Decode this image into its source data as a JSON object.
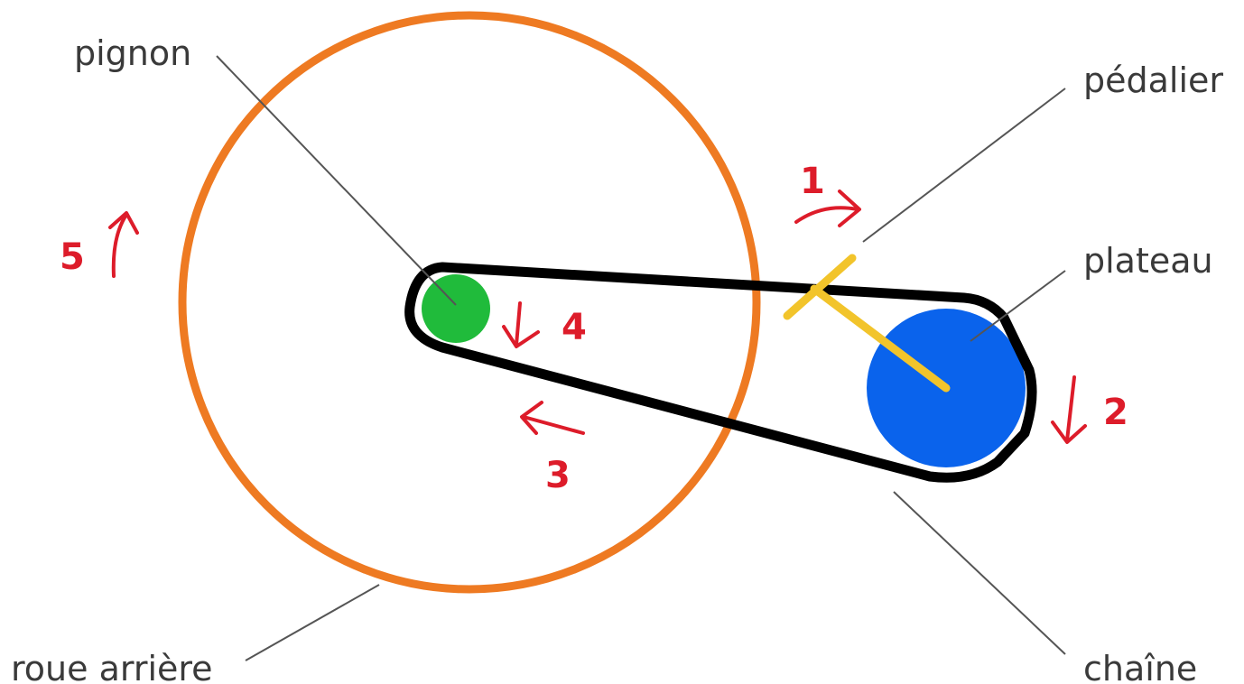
{
  "colors": {
    "wheel": "#ee7a22",
    "pinion": "#20bb3b",
    "chainring": "#0a63ec",
    "crank": "#f2c42b",
    "chain": "#000000",
    "arrows": "#dd1c2a",
    "leader_lines": "#555555",
    "label_text": "#3a3a3a"
  },
  "labels": {
    "pignon": "pignon",
    "pedalier": "pédalier",
    "plateau": "plateau",
    "chaine": "chaîne",
    "roue_arriere": "roue arrière"
  },
  "steps": [
    {
      "id": "1",
      "text": "1",
      "arrow": "curved-right"
    },
    {
      "id": "2",
      "text": "2",
      "arrow": "down"
    },
    {
      "id": "3",
      "text": "3",
      "arrow": "left"
    },
    {
      "id": "4",
      "text": "4",
      "arrow": "down"
    },
    {
      "id": "5",
      "text": "5",
      "arrow": "curved-up"
    }
  ]
}
